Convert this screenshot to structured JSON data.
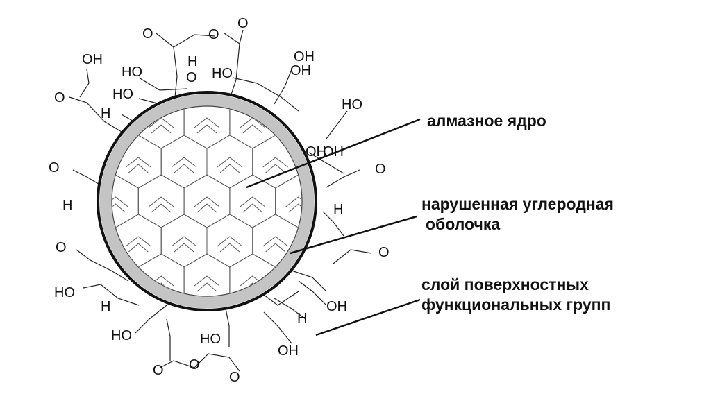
{
  "labels": {
    "core": "алмазное ядро",
    "shell_line1": "нарушенная углеродная",
    "shell_line2": "оболочка",
    "surface_line1": "слой поверхностных",
    "surface_line2": "функциональных групп"
  },
  "functional_groups": [
    "O",
    "O",
    "O",
    "OH",
    "H",
    "HO",
    "O",
    "HO",
    "OH",
    "OH",
    "HO",
    "O",
    "HO",
    "OH",
    "H",
    "O",
    "OH",
    "O",
    "H",
    "H",
    "O",
    "O",
    "HO",
    "H",
    "OH",
    "H",
    "HO",
    "HO",
    "OH",
    "O",
    "O",
    "O"
  ],
  "colors": {
    "core_ring": "#c4c4c4",
    "outline": "#111111",
    "lattice": "#555555"
  }
}
